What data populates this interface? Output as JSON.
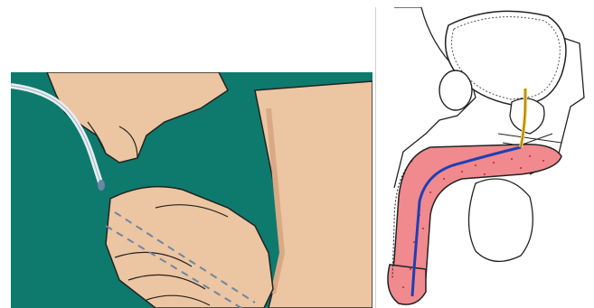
{
  "panels": [
    {
      "id": "left",
      "kind": "illustration",
      "subject": "gloved-hands-inserting-catheter"
    },
    {
      "id": "right",
      "kind": "anatomical-diagram",
      "subject": "male-urinary-tract-cross-section"
    }
  ],
  "colors": {
    "background_teal": "#0e7a6d",
    "skin": "#ecc6a2",
    "skin_shadow": "#d9a985",
    "outline": "#222222",
    "catheter_dashes": "#6d86a3",
    "tissue_pink": "#f08a8e",
    "catheter_blue": "#1f3fb5",
    "catheter_yellow": "#f2c94c",
    "speckle_red": "#c8202a"
  },
  "icons": [
    "catheter-tip-icon"
  ]
}
